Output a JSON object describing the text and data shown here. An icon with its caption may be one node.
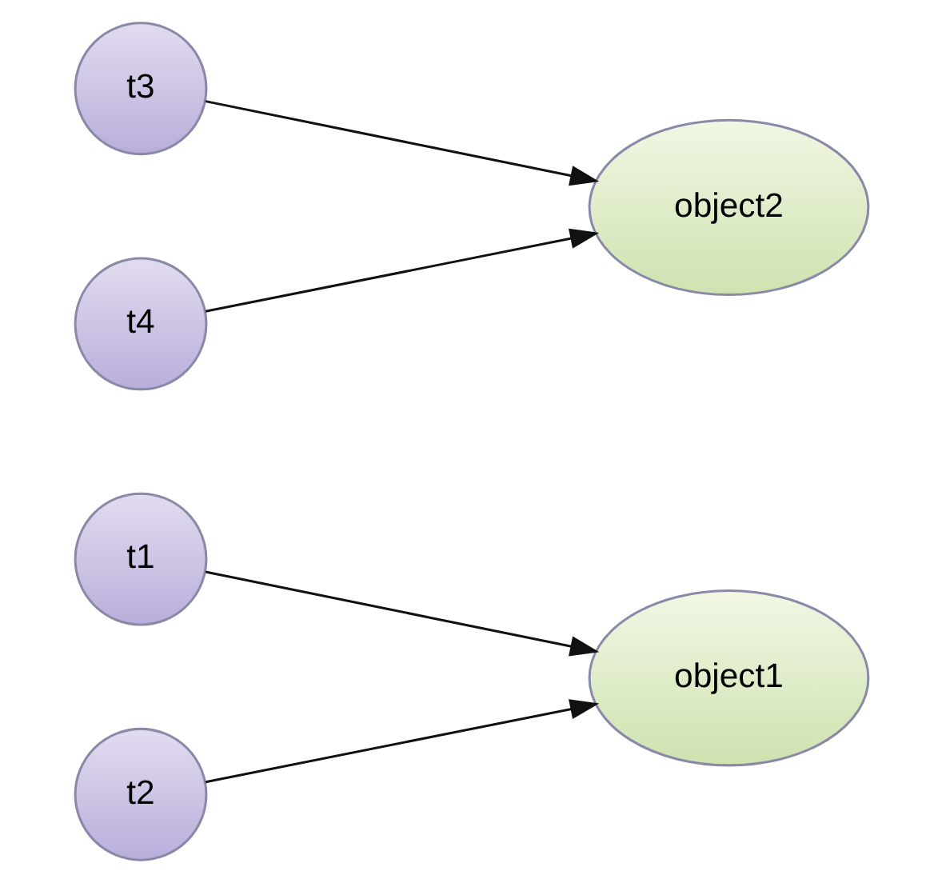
{
  "diagram": {
    "nodes": [
      {
        "text": [
          "t1"
        ]
      },
      {
        "text": [
          "t2"
        ]
      },
      {
        "text": [
          "object1"
        ]
      },
      {
        "text": [
          "t3"
        ]
      },
      {
        "text": [
          "t4"
        ]
      },
      {
        "text": [
          "object2"
        ]
      }
    ],
    "edges": [
      {
        "from": 0,
        "to": 2,
        "arrow": "to"
      },
      {
        "from": 1,
        "to": 2,
        "arrow": "to"
      },
      {
        "from": 3,
        "to": 5,
        "arrow": "to"
      },
      {
        "from": 4,
        "to": 5,
        "arrow": "to"
      }
    ]
  }
}
